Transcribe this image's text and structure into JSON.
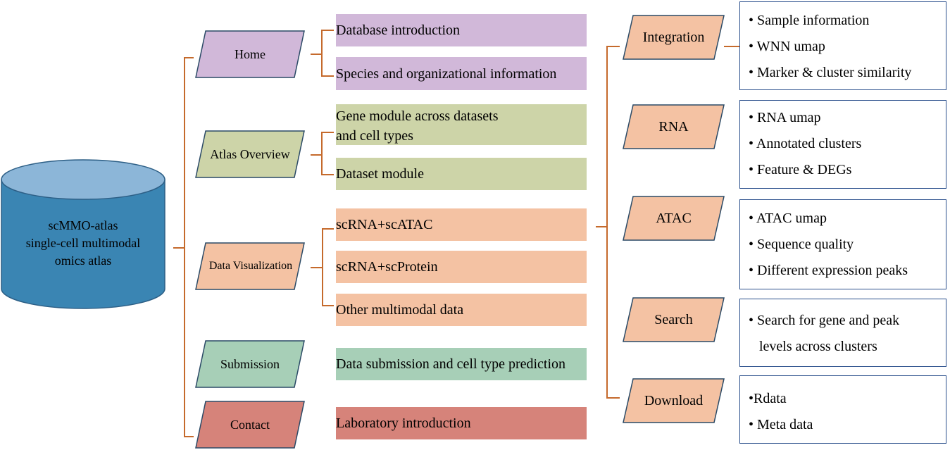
{
  "database": {
    "line1": "scMMO-atlas",
    "line2": "single-cell multimodal",
    "line3": "omics atlas"
  },
  "nav": {
    "home": "Home",
    "atlas_overview": "Atlas Overview",
    "data_visualization": "Data Visualization",
    "submission": "Submission",
    "contact": "Contact"
  },
  "features": {
    "database_intro": "Database introduction",
    "species_info": "Species and organizational information",
    "gene_module_line1": "Gene module across datasets",
    "gene_module_line2": "and cell types",
    "dataset_module": "Dataset module",
    "scrna_scatac": "scRNA+scATAC",
    "scrna_scprotein": "scRNA+scProtein",
    "other_multimodal": "Other multimodal data",
    "data_submission": "Data submission and cell type prediction",
    "lab_intro": "Laboratory introduction"
  },
  "tools": {
    "integration": "Integration",
    "rna": "RNA",
    "atac": "ATAC",
    "search": "Search",
    "download": "Download"
  },
  "details": {
    "integration": [
      "• Sample information",
      "• WNN umap",
      "• Marker & cluster similarity"
    ],
    "rna": [
      "• RNA umap",
      "• Annotated clusters",
      "• Feature & DEGs"
    ],
    "atac": [
      "• ATAC umap",
      "• Sequence quality",
      "• Different expression peaks"
    ],
    "search": [
      "• Search for gene and peak",
      "   levels across clusters"
    ],
    "download": [
      "•Rdata",
      "• Meta data"
    ]
  },
  "colors": {
    "database_body": "#3a85b3",
    "database_top": "#8cb6d8",
    "purple": "#d1b8d9",
    "green": "#cdd4a8",
    "peach": "#f4c2a3",
    "teal": "#a7cfb7",
    "red": "#d6837a",
    "brace": "#c56a2c",
    "detail_border": "#2a4f8c"
  }
}
